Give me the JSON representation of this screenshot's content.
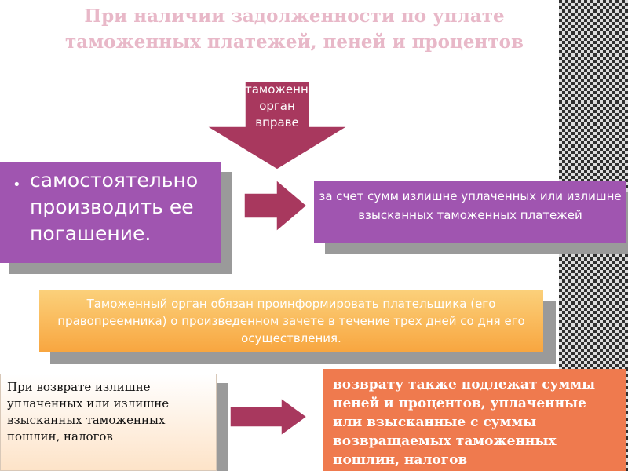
{
  "title": "При наличии задолженности по уплате таможенных платежей, пеней и процентов",
  "down_arrow": {
    "text": "таможенный орган вправе",
    "color": "#a8385e"
  },
  "left_box": {
    "bullet": "•",
    "text": "самостоятельно производить ее погашение."
  },
  "right_box": {
    "text": "за счет сумм излишне уплаченных или излишне взысканных таможенных платежей"
  },
  "middle_box": {
    "text": "Таможенный орган обязан проинформировать плательщика (его правопреемника) о произведенном зачете в течение трех дней со дня его осуществления."
  },
  "bottom_left_box": {
    "text": "При возврате излишне уплаченных или излишне взысканных таможенных пошлин, налогов"
  },
  "bottom_right_box": {
    "text": "возврату также подлежат суммы пеней и процентов, уплаченные или взысканные с суммы возвращаемых таможенных пошлин, налогов"
  },
  "colors": {
    "purple": "#a055b0",
    "arrow": "#a8385e",
    "orange": "#ef7a4e",
    "title": "#e8b8c8"
  }
}
